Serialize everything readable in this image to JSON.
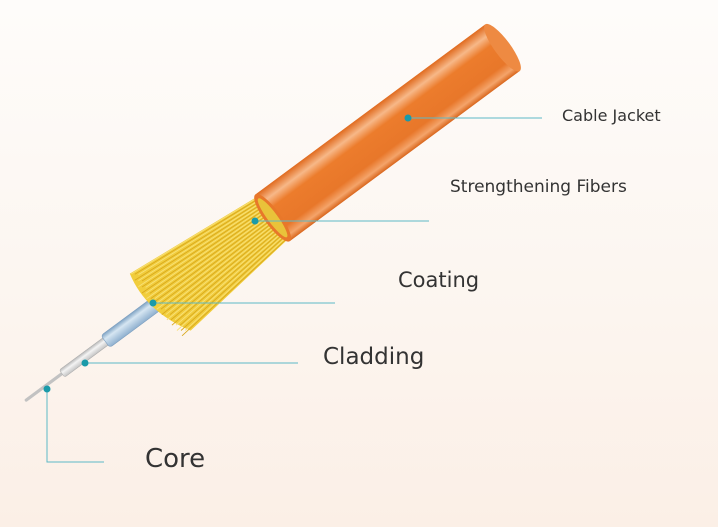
{
  "labels": {
    "cable_jacket": "Cable Jacket",
    "strengthening_fibers": "Strengthening Fibers",
    "coating": "Coating",
    "cladding": "Cladding",
    "core": "Core"
  },
  "colors": {
    "jacket": "#e8772a",
    "jacket_highlight": "#f6b27e",
    "fibers": "#f1cd3c",
    "coating": "#9dbcd6",
    "cladding": "#d8d8d8",
    "core": "#bdbdbd",
    "leader_line": "#5db9c6",
    "leader_dot": "#1a9aa9",
    "text": "#333333"
  }
}
